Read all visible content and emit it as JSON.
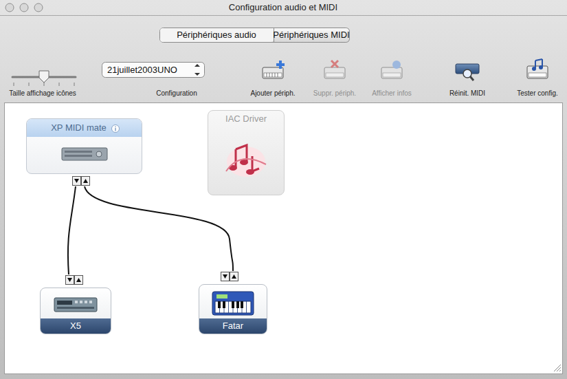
{
  "diagram": {
    "title": "Configuration audio et MIDI",
    "nodes": [
      {
        "text": [
          "XP MIDI mate"
        ]
      },
      {
        "text": [
          "IAC Driver"
        ]
      },
      {
        "text": [
          "X5"
        ]
      },
      {
        "text": [
          "Fatar"
        ]
      }
    ],
    "edges": [
      {
        "from": 0,
        "to": 2,
        "arrow": "none"
      },
      {
        "from": 0,
        "to": 3,
        "arrow": "none"
      }
    ],
    "labels": [
      "Périphériques audio",
      "Périphériques MIDI",
      "Taille affichage icônes",
      "21juillet2003UNO",
      "Configuration",
      "Ajouter périph.",
      "Suppr. périph.",
      "Afficher infos",
      "Réinit. MIDI",
      "Tester config."
    ]
  }
}
